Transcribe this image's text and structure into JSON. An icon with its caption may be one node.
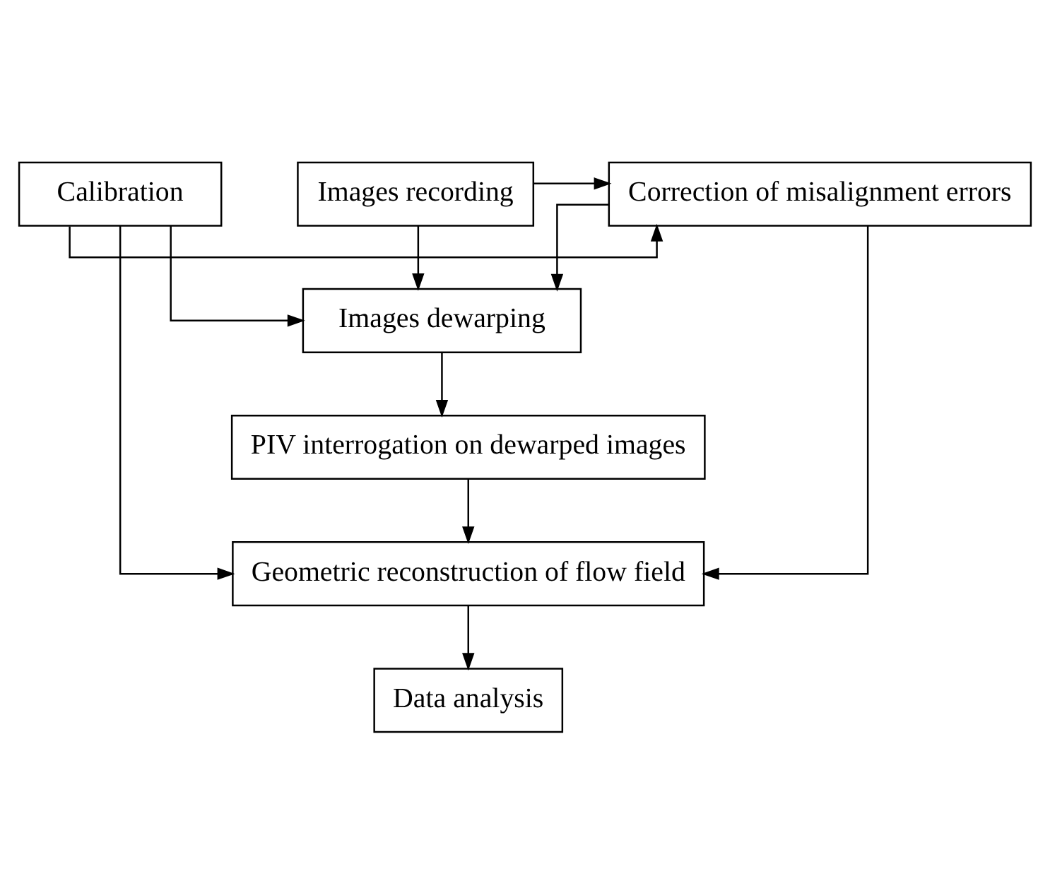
{
  "diagram": {
    "nodes": [
      {
        "text": [
          "Calibration"
        ]
      },
      {
        "text": [
          "Images recording"
        ]
      },
      {
        "text": [
          "Correction of misalignment errors"
        ]
      },
      {
        "text": [
          "Images dewarping"
        ]
      },
      {
        "text": [
          "PIV interrogation on dewarped images"
        ]
      },
      {
        "text": [
          "Geometric reconstruction of flow field"
        ]
      },
      {
        "text": [
          "Data analysis"
        ]
      }
    ],
    "edges": [
      {
        "from": 0,
        "to": 2,
        "arrow": "to"
      },
      {
        "from": 1,
        "to": 2,
        "arrow": "to"
      },
      {
        "from": 1,
        "to": 3,
        "arrow": "to"
      },
      {
        "from": 0,
        "to": 3,
        "arrow": "to"
      },
      {
        "from": 2,
        "to": 3,
        "arrow": "to"
      },
      {
        "from": 3,
        "to": 4,
        "arrow": "to"
      },
      {
        "from": 0,
        "to": 5,
        "arrow": "to"
      },
      {
        "from": 4,
        "to": 5,
        "arrow": "to"
      },
      {
        "from": 2,
        "to": 5,
        "arrow": "to"
      },
      {
        "from": 5,
        "to": 6,
        "arrow": "to"
      }
    ]
  }
}
